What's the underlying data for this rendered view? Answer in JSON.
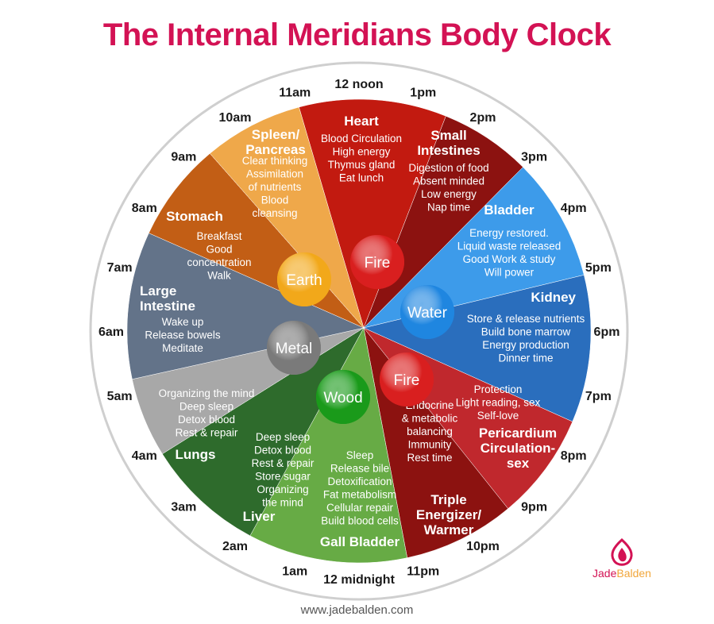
{
  "title": "The Internal Meridians Body Clock",
  "footer_url": "www.jadebalden.com",
  "brand": {
    "first": "Jade",
    "second": "Balden",
    "accent": "#d31254",
    "accent2": "#f1a63a"
  },
  "hour_labels": [
    "12 noon",
    "1pm",
    "2pm",
    "3pm",
    "4pm",
    "5pm",
    "6pm",
    "7pm",
    "8pm",
    "9pm",
    "10pm",
    "11pm",
    "12 midnight",
    "1am",
    "2am",
    "3am",
    "4am",
    "5am",
    "6am",
    "7am",
    "8am",
    "9am",
    "10am",
    "11am"
  ],
  "elements": [
    {
      "name": "Fire",
      "color": "#d91f1f"
    },
    {
      "name": "Water",
      "color": "#1f86e0"
    },
    {
      "name": "Fire",
      "color": "#d91f1f"
    },
    {
      "name": "Wood",
      "color": "#1a9a1a"
    },
    {
      "name": "Metal",
      "color": "#7a7a7a"
    },
    {
      "name": "Earth",
      "color": "#f2a81a"
    }
  ],
  "organs": [
    {
      "title": [
        "Heart"
      ],
      "lines": [
        "Blood Circulation",
        "High energy",
        "Thymus gland",
        "Eat lunch"
      ],
      "color": "#c21a10"
    },
    {
      "title": [
        "Small",
        "Intestines"
      ],
      "lines": [
        "Digestion of food",
        "Absent minded",
        "Low energy",
        "Nap time"
      ],
      "color": "#8c1210"
    },
    {
      "title": [
        "Bladder"
      ],
      "lines": [
        "Energy restored.",
        "Liquid waste released",
        "Good Work & study",
        "Will power"
      ],
      "color": "#3d9bea"
    },
    {
      "title": [
        "Kidney"
      ],
      "lines": [
        "Store & release nutrients",
        "Build bone marrow",
        "Energy production",
        "Dinner time"
      ],
      "color": "#2a6ebd"
    },
    {
      "title": [
        "Pericardium",
        "Circulation-",
        "sex"
      ],
      "lines": [
        "Protection",
        "Light reading, sex",
        "Self-love"
      ],
      "color": "#c0282d"
    },
    {
      "title": [
        "Triple",
        "Energizer/",
        "Warmer"
      ],
      "lines": [
        "Endocrine",
        "& metabolic",
        "balancing",
        "Immunity",
        "Rest time"
      ],
      "color": "#8c1210"
    },
    {
      "title": [
        "Gall Bladder"
      ],
      "lines": [
        "Sleep",
        "Release bile",
        "Detoxification",
        "Fat metabolism",
        "Cellular repair",
        "Build blood cells"
      ],
      "color": "#67ab45"
    },
    {
      "title": [
        "Liver"
      ],
      "lines": [
        "Deep sleep",
        "Detox blood",
        "Rest & repair",
        "Store sugar",
        "Organizing",
        "the mind"
      ],
      "color": "#2e6b2c"
    },
    {
      "title": [
        "Lungs"
      ],
      "lines": [
        "Organizing the mind",
        "Deep sleep",
        "Detox blood",
        "Rest & repair"
      ],
      "color": "#a8a8a8"
    },
    {
      "title": [
        "Large",
        "Intestine"
      ],
      "lines": [
        "Wake up",
        "Release bowels",
        "Meditate"
      ],
      "color": "#637389"
    },
    {
      "title": [
        "Stomach"
      ],
      "lines": [
        "Breakfast",
        "Good",
        "concentration",
        "Walk"
      ],
      "color": "#c25e15"
    },
    {
      "title": [
        "Spleen/",
        "Pancreas"
      ],
      "lines": [
        "Clear thinking",
        "Assimilation",
        "of nutrients",
        "Blood",
        "cleansing"
      ],
      "color": "#efa84a"
    }
  ]
}
